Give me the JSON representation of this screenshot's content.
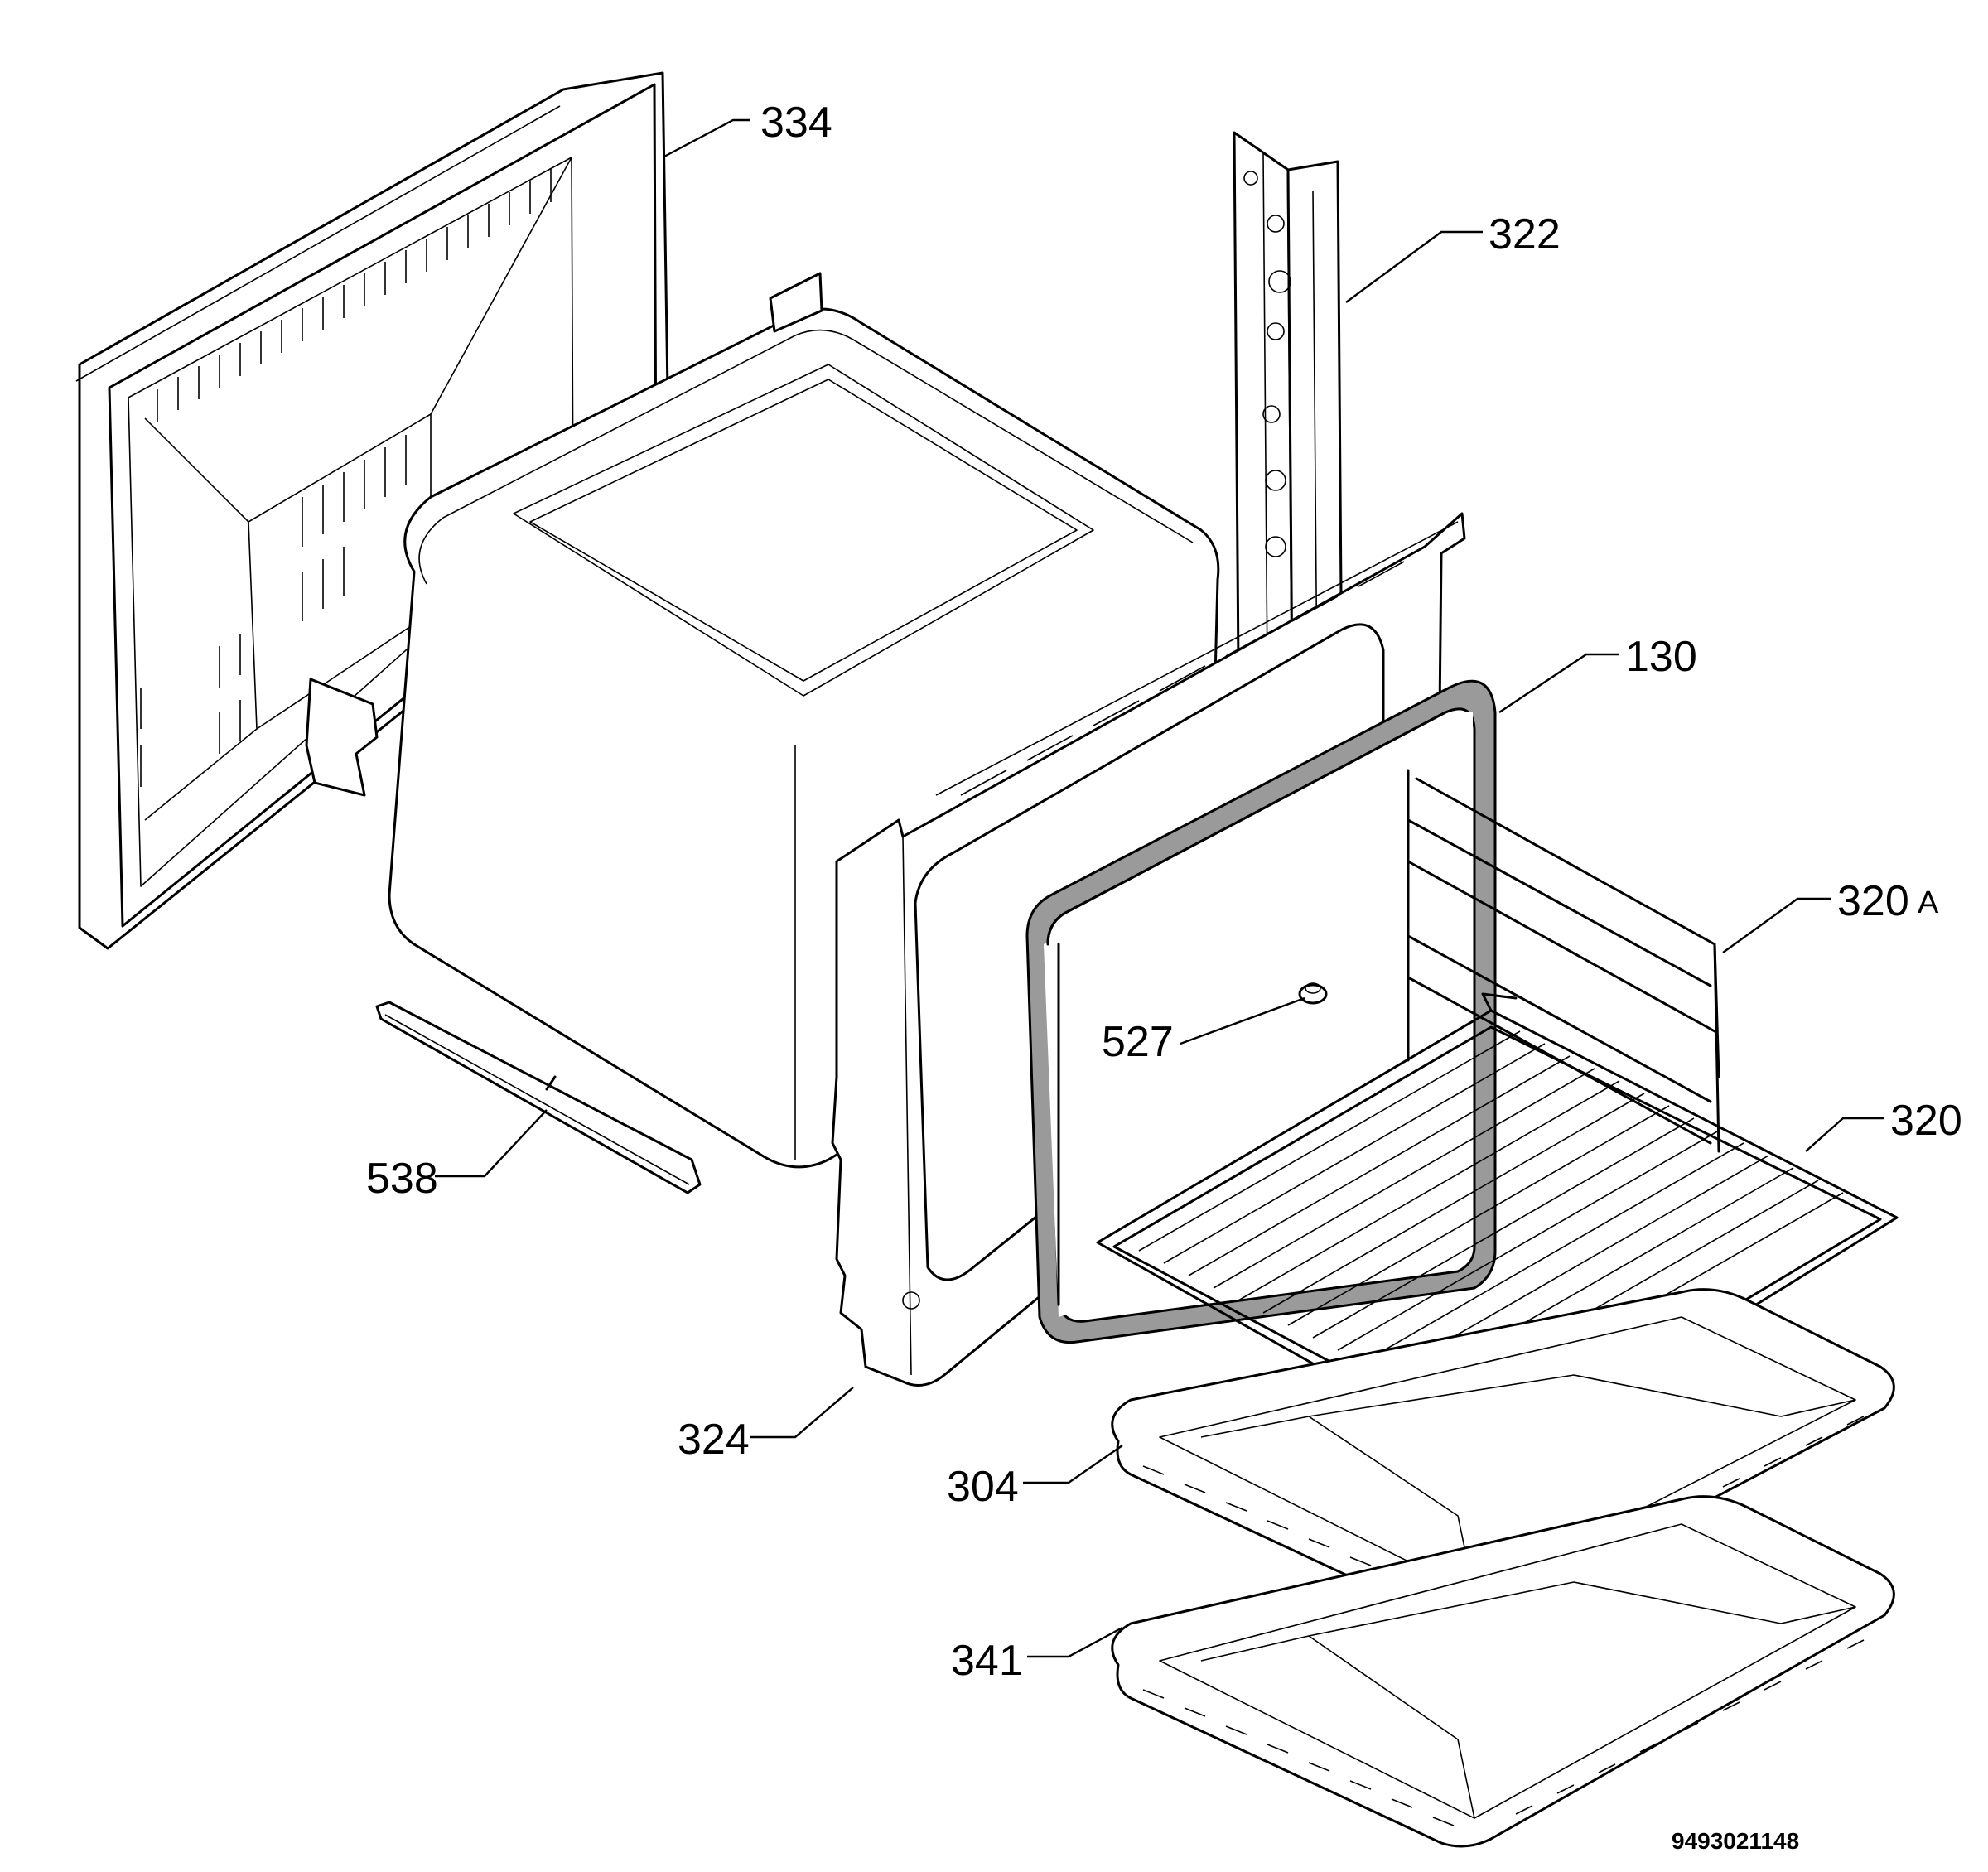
{
  "labels": {
    "p334": "334",
    "p322": "322",
    "p130": "130",
    "p320a_num": "320",
    "p320a_suffix": "A",
    "p320": "320",
    "p527": "527",
    "p538": "538",
    "p324": "324",
    "p304": "304",
    "p341": "341"
  },
  "drawing_number": "9493021148",
  "colors": {
    "line": "#000000",
    "gasket": "#9a9a9a",
    "background": "#ffffff"
  }
}
